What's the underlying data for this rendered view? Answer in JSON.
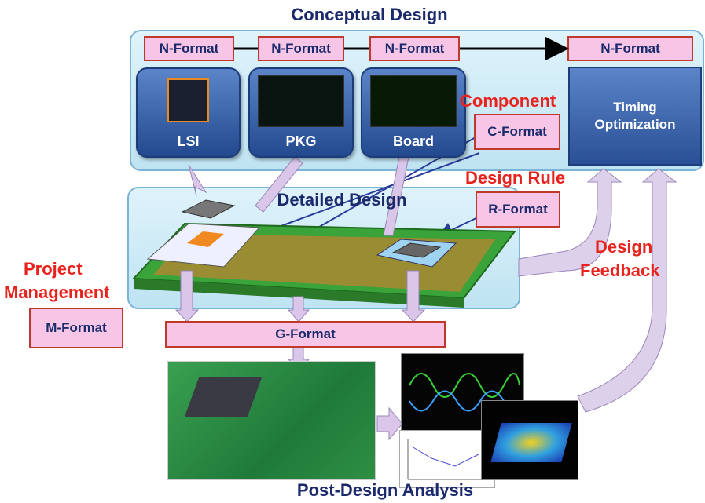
{
  "titles": {
    "conceptual": "Conceptual Design",
    "detailed": "Detailed Design",
    "post": "Post-Design Analysis"
  },
  "formats": {
    "n1": "N-Format",
    "n2": "N-Format",
    "n3": "N-Format",
    "n4": "N-Format",
    "c": "C-Format",
    "r": "R-Format",
    "m": "M-Format",
    "g": "G-Format"
  },
  "tiles": {
    "lsi": "LSI",
    "pkg": "PKG",
    "board": "Board"
  },
  "timing": {
    "line1": "Timing",
    "line2": "Optimization"
  },
  "labels": {
    "component": "Component",
    "design_rule": "Design Rule",
    "project1": "Project",
    "project2": "Management",
    "feedback1": "Design",
    "feedback2": "Feedback"
  },
  "colors": {
    "title": "#1a2a6c",
    "format_fill": "#f7c6e6",
    "format_border": "#c0392b",
    "tile": "#2f5aa5",
    "red_label": "#e8231e",
    "arrow": "#d9c6e8"
  }
}
